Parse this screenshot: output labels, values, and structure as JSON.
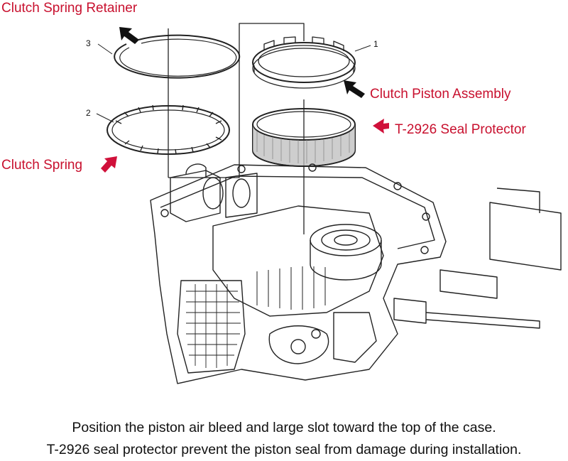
{
  "labels": {
    "clutch_spring_retainer": "Clutch Spring Retainer",
    "clutch_piston_assembly": "Clutch Piston Assembly",
    "seal_protector": "T-2926 Seal Protector",
    "clutch_spring": "Clutch Spring"
  },
  "callouts": {
    "n1": "1",
    "n2": "2",
    "n3": "3"
  },
  "caption": {
    "line1": "Position the piston air bleed and large slot toward the top of the case.",
    "line2": "T-2926 seal protector prevent the piston seal from damage during installation."
  },
  "colors": {
    "label_red": "#c8102e",
    "arrow_black": "#111111",
    "arrow_red": "#d0103a",
    "line": "#222222"
  }
}
